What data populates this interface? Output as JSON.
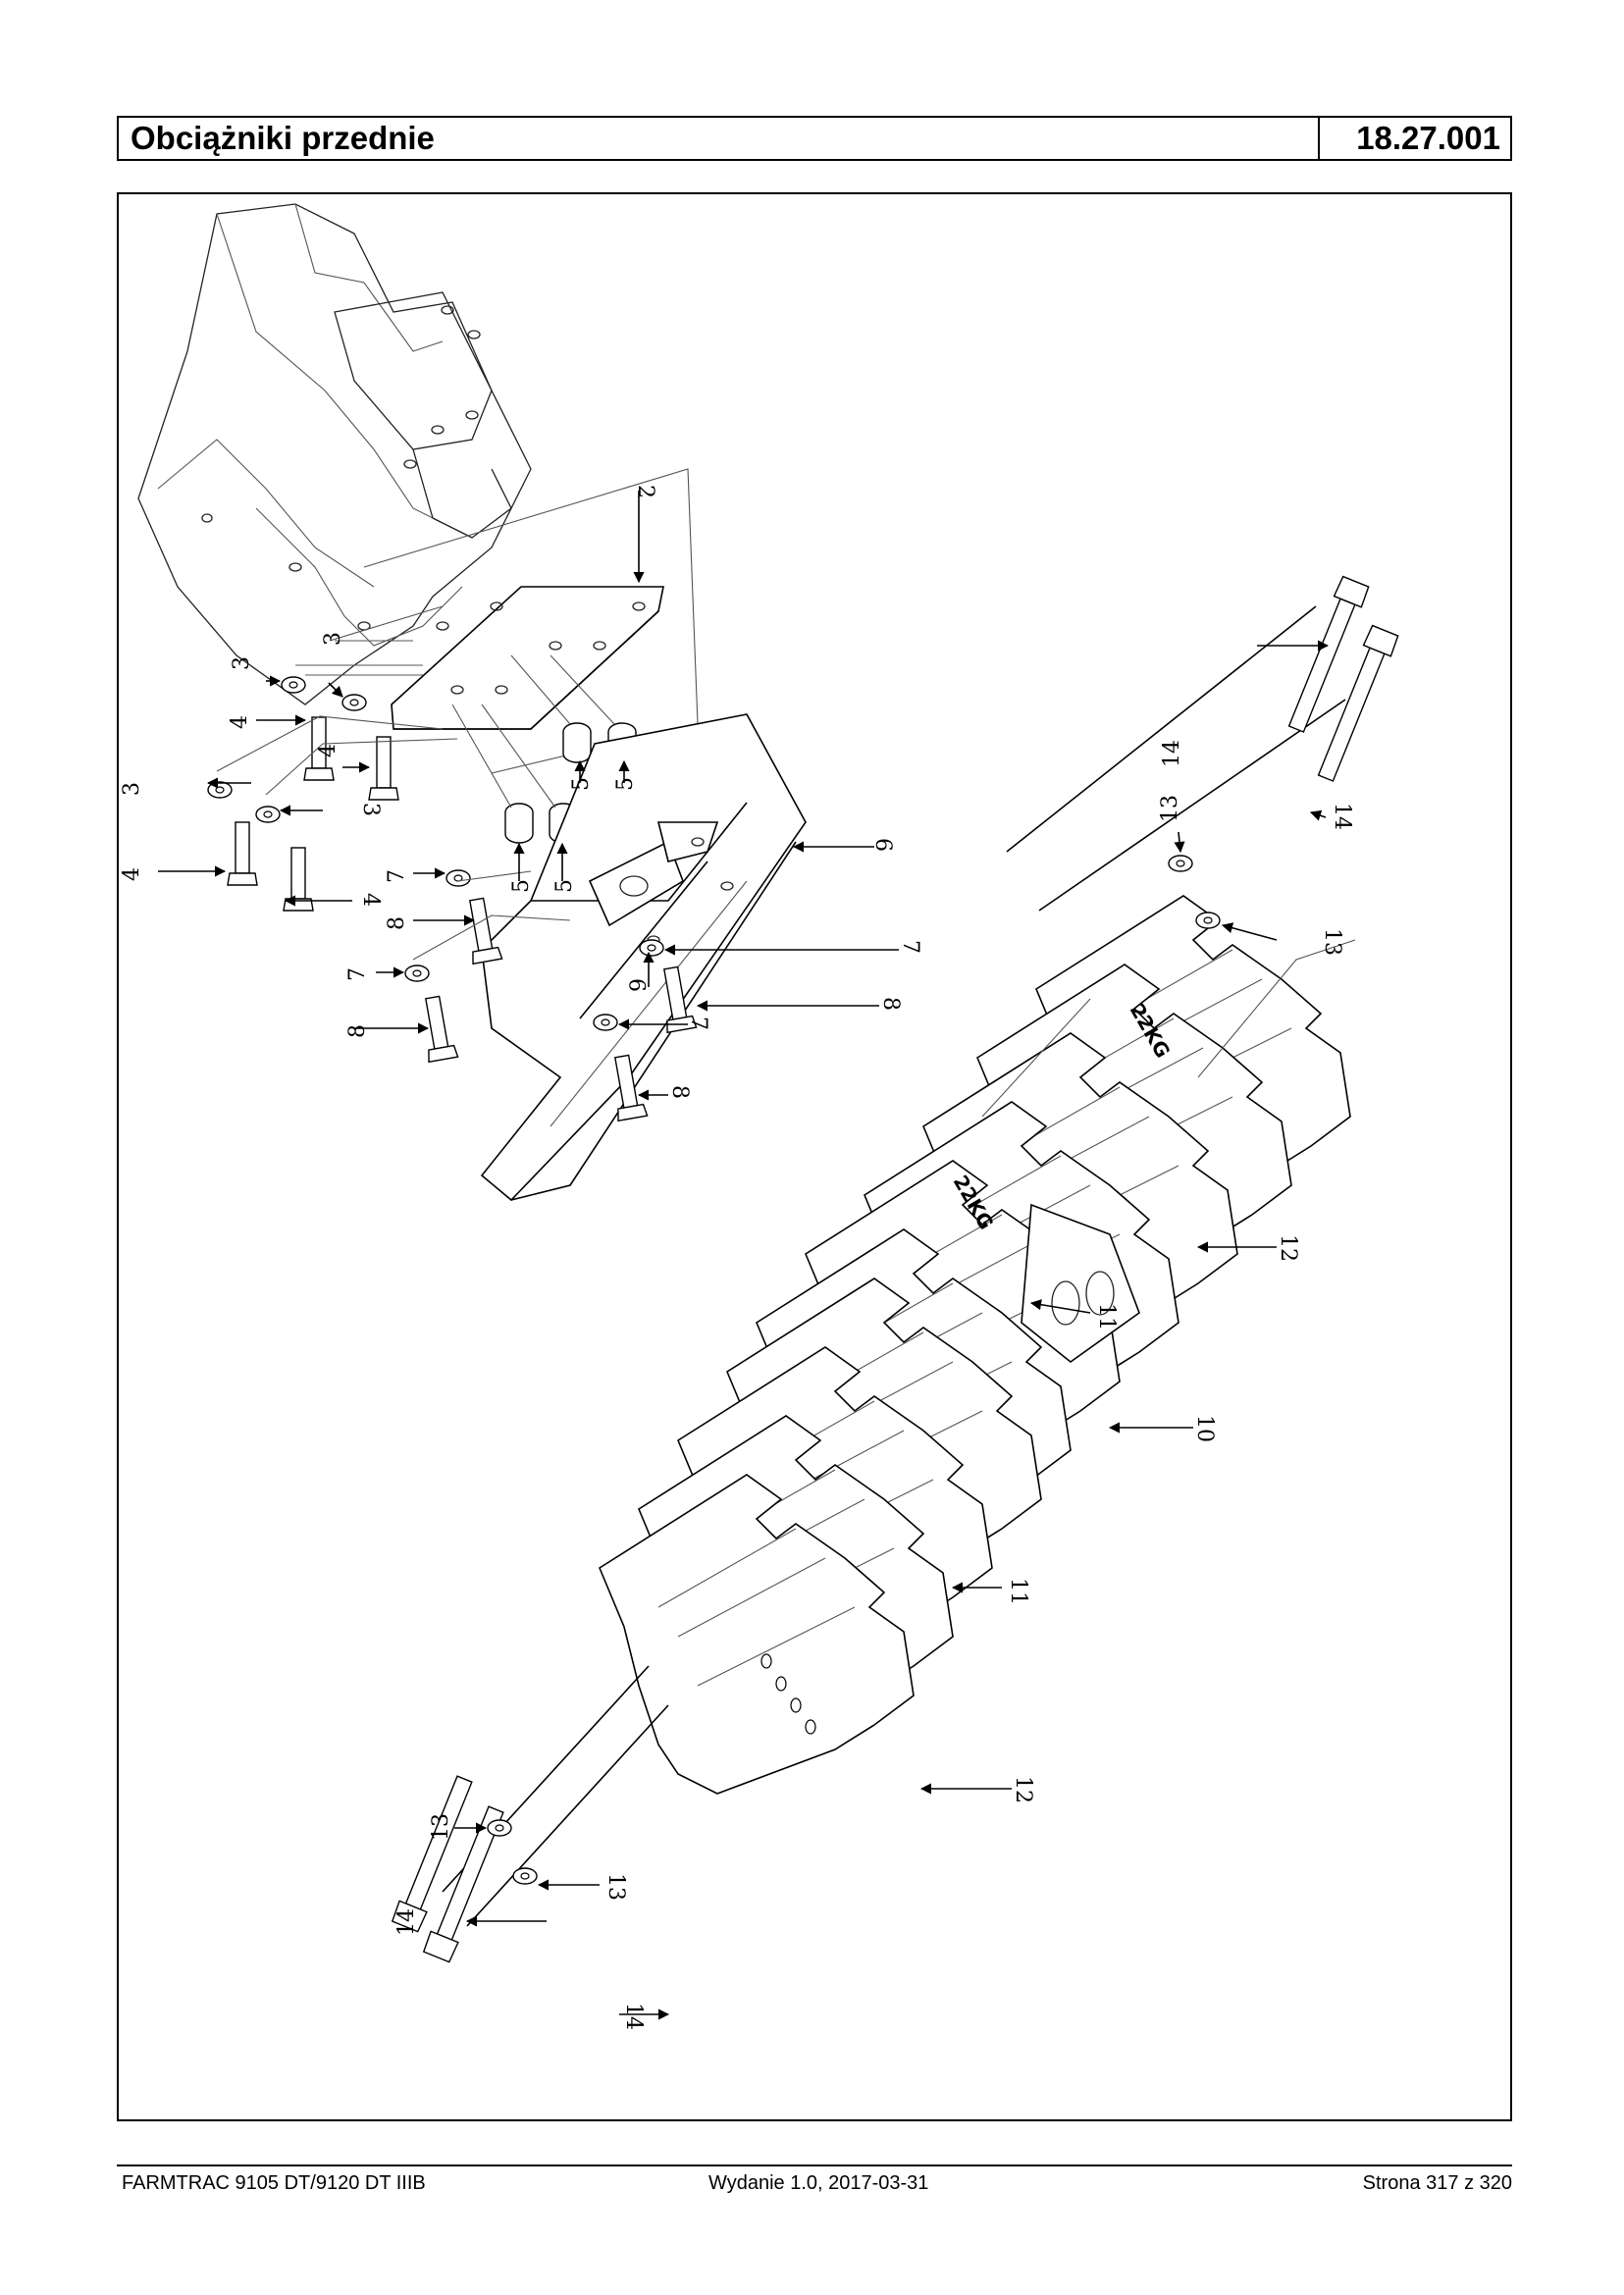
{
  "header": {
    "title": "Obciążniki przednie",
    "code": "18.27.001"
  },
  "figure": {
    "part_labels": {
      "l2": "2",
      "l3a": "3",
      "l3b": "3",
      "l3c": "3",
      "l3d": "3",
      "l4a": "4",
      "l4b": "4",
      "l4c": "4",
      "l4d": "4",
      "l5a": "5",
      "l5b": "5",
      "l5c": "5",
      "l5d": "5",
      "l6": "6",
      "l7a": "7",
      "l7b": "7",
      "l7c": "7",
      "l7d": "7",
      "l8a": "8",
      "l8b": "8",
      "l8c": "8",
      "l8d": "8",
      "l9": "9",
      "l10": "10",
      "l11a": "11",
      "l11b": "11",
      "l12a": "12",
      "l12b": "12",
      "l13a": "13",
      "l13b": "13",
      "l13c": "13",
      "l13d": "13",
      "l14a": "14",
      "l14b": "14",
      "l14c": "14",
      "l14d": "14"
    },
    "weight_markings": {
      "w1": "22KG",
      "w2": "22KG"
    }
  },
  "footer": {
    "model": "FARMTRAC 9105 DT/9120 DT IIIB",
    "edition": "Wydanie 1.0,  2017-03-31",
    "page": "Strona 317 z 320"
  }
}
